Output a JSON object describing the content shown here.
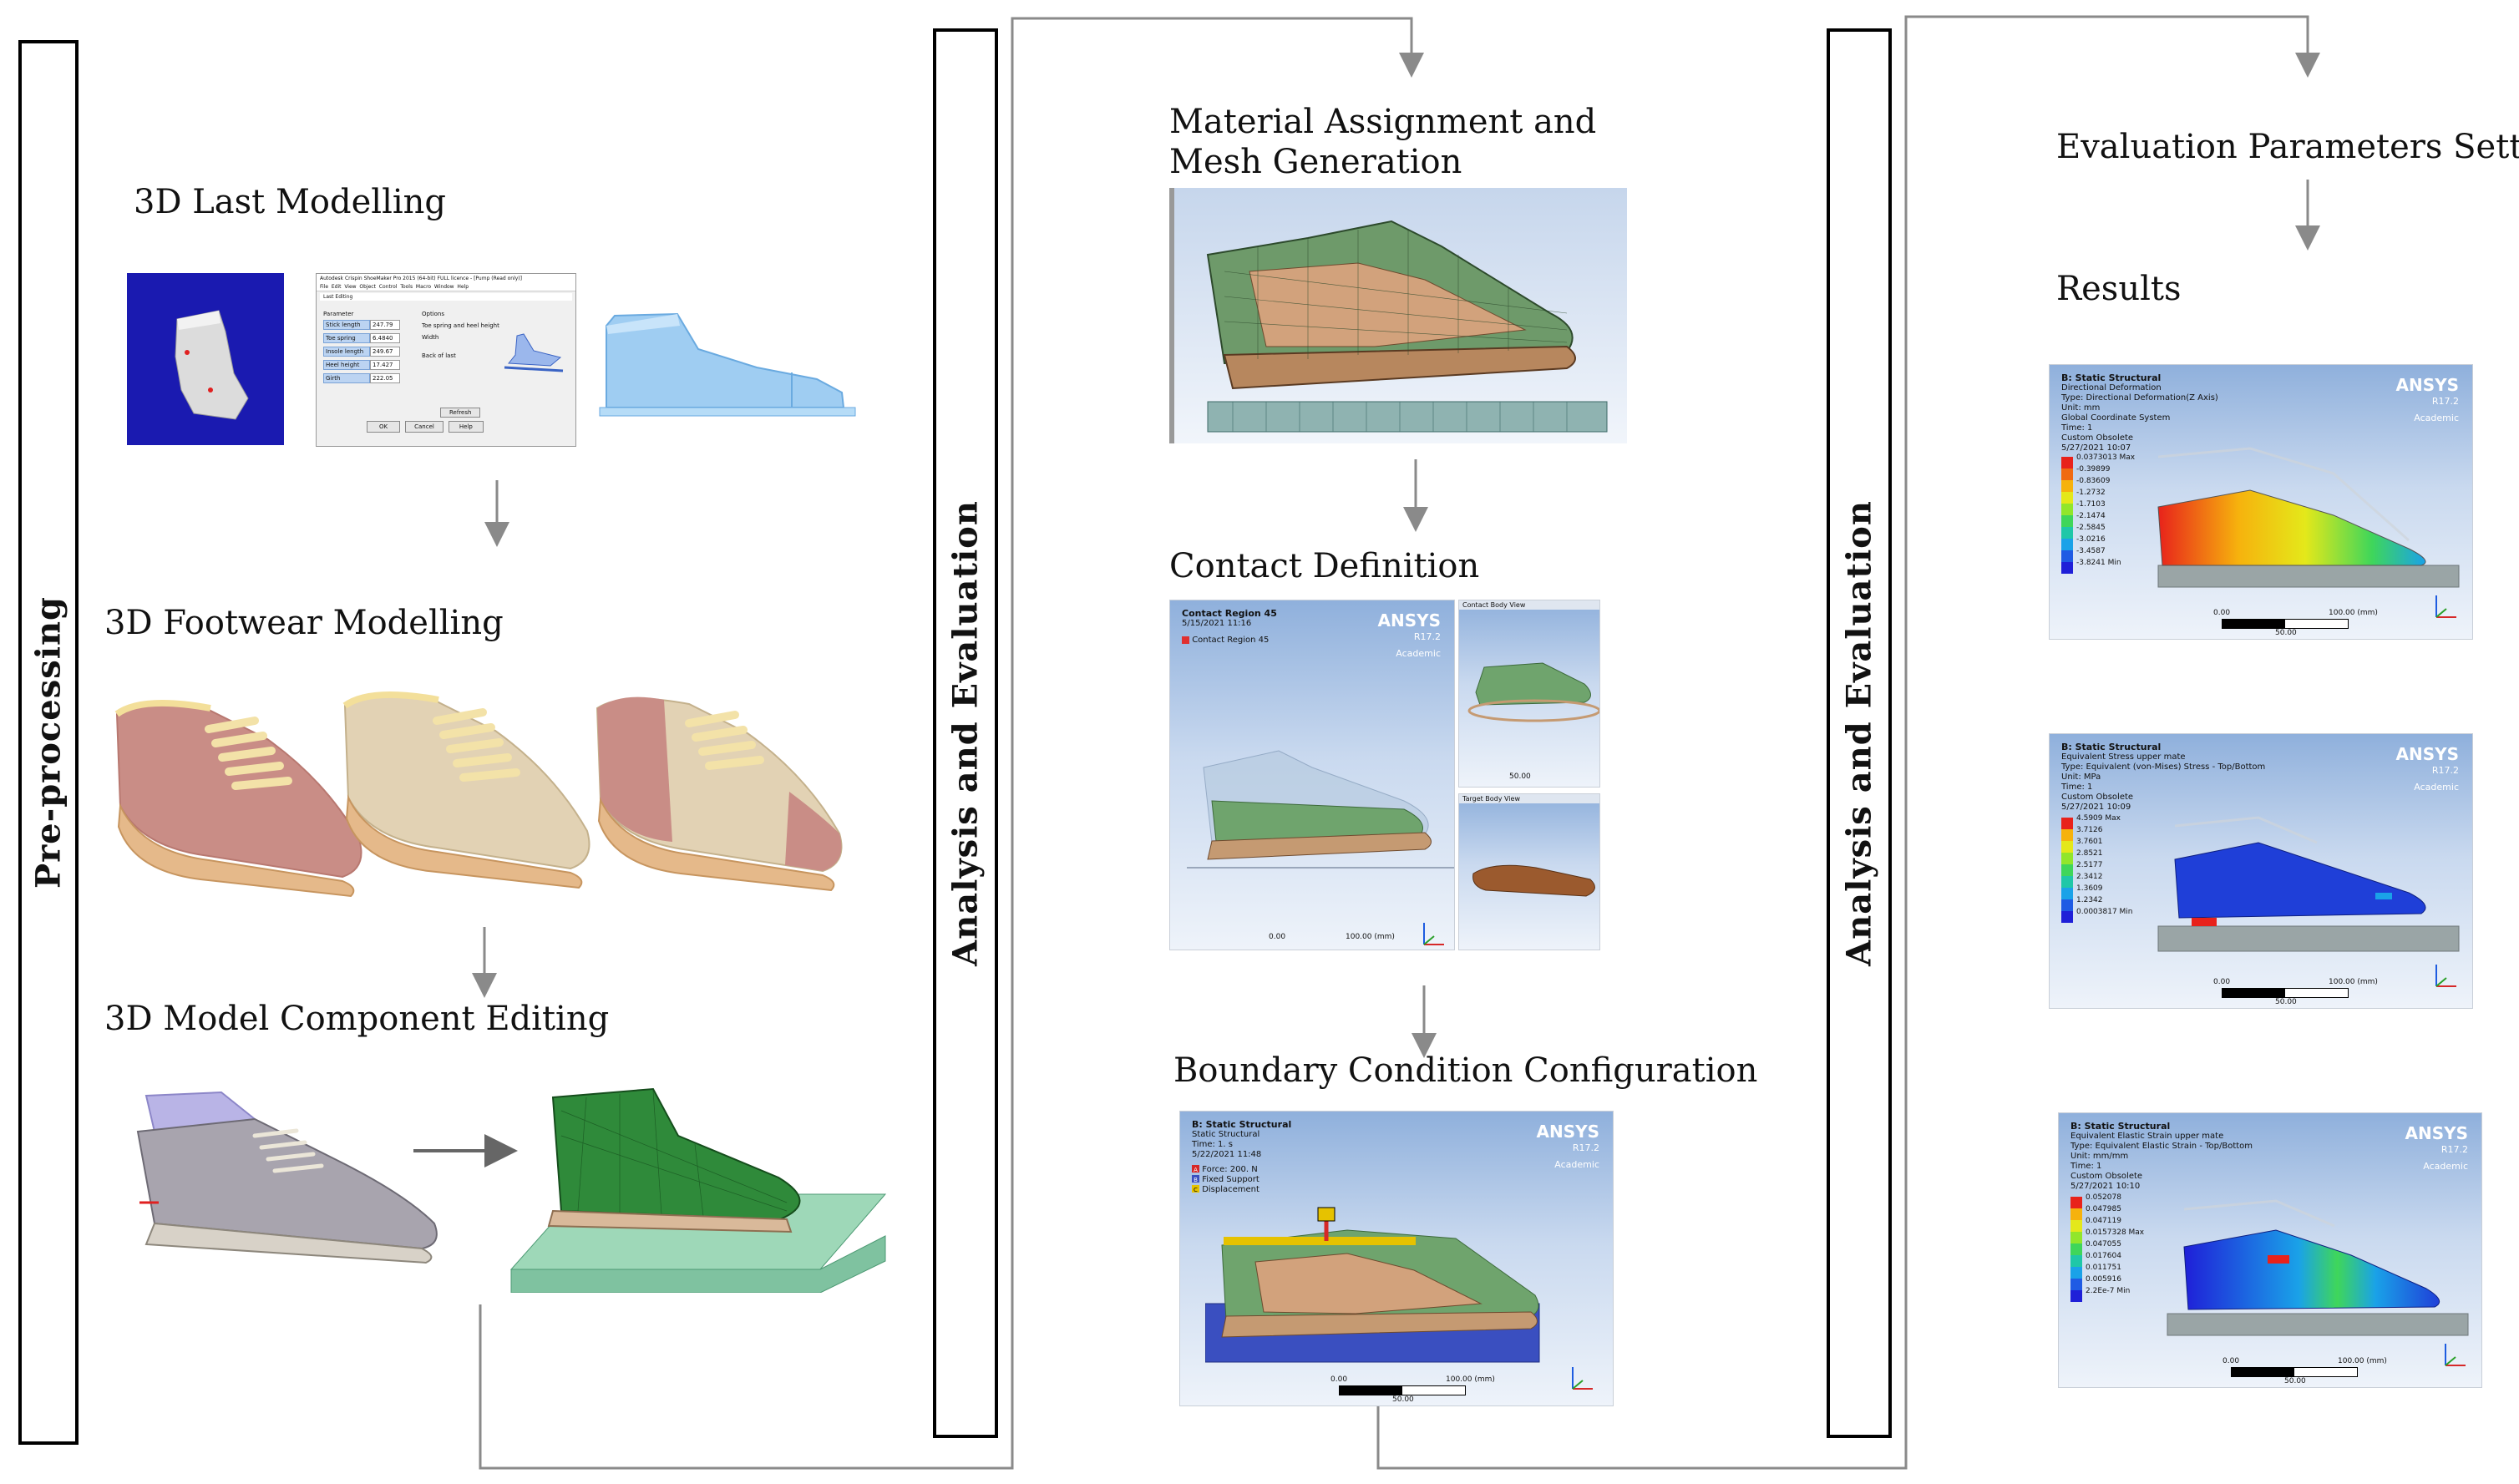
{
  "labels": {
    "preprocessing": "Pre-processing",
    "analysis_1": "Analysis  and  Evaluation",
    "analysis_2": "Analysis  and  Evaluation"
  },
  "steps": {
    "last_modelling": "3D Last Modelling",
    "footwear_modelling": "3D Footwear Modelling",
    "component_editing": "3D Model Component  Editing",
    "material_line1": "Material Assignment and",
    "material_line2": "Mesh Generation",
    "contact_definition": "Contact Definition",
    "boundary_condition": "Boundary  Condition  Configuration",
    "evaluation_parameters": "Evaluation Parameters Setting",
    "results": "Results"
  },
  "ansys": {
    "brand": "ANSYS",
    "version": "R17.2",
    "edition": "Academic"
  },
  "last_dialog": {
    "title_bar": "Autodesk Crispin ShoeMaker Pro 2015 (64-bit) FULL licence - [Pump (Read only)]",
    "menu": [
      "File",
      "Edit",
      "View",
      "Object",
      "Control",
      "Tools",
      "Macro",
      "Window",
      "Help"
    ],
    "dialog_title": "Last Editing",
    "parameter_header": "Parameter",
    "options_header": "Options",
    "params": [
      {
        "label": "Stick length",
        "value": "247.79"
      },
      {
        "label": "Toe spring",
        "value": "6.4840"
      },
      {
        "label": "Insole length",
        "value": "249.67"
      },
      {
        "label": "Heel height",
        "value": "17.427"
      },
      {
        "label": "Girth",
        "value": "222.05"
      }
    ],
    "options": [
      "Toe spring and heel height",
      "Width",
      "Back of last"
    ],
    "buttons": {
      "ok": "OK",
      "cancel": "Cancel",
      "help": "Help",
      "refresh": "Refresh"
    }
  },
  "contact_panel": {
    "title": "Contact Region 45",
    "date": "5/15/2021 11:16",
    "legend_item": "Contact Region 45",
    "sub_top": "Contact Body View",
    "sub_bottom": "Target Body View",
    "scale_start": "0.00",
    "scale_end": "100.00 (mm)",
    "scale_mid": "50.00"
  },
  "boundary_panel": {
    "title": "B: Static Structural",
    "type": "Static Structural",
    "time": "Time: 1. s",
    "date": "5/22/2021 11:48",
    "items": [
      {
        "key": "A",
        "text": "Force: 200. N",
        "color": "#d62828"
      },
      {
        "key": "B",
        "text": "Fixed Support",
        "color": "#3a4fc0"
      },
      {
        "key": "C",
        "text": "Displacement",
        "color": "#e6c200"
      }
    ],
    "scale_start": "0.00",
    "scale_end": "100.00 (mm)",
    "scale_mid": "50.00"
  },
  "results": [
    {
      "title": "B: Static Structural",
      "lines": [
        "Directional Deformation",
        "Type: Directional Deformation(Z Axis)",
        "Unit: mm",
        "Global Coordinate System",
        "Time: 1",
        "Custom Obsolete",
        "5/27/2021 10:07"
      ],
      "max": "0.0373013 Max",
      "min": "-3.8241 Min",
      "values": [
        "0.0373013 Max",
        "-0.39899",
        "-0.83609",
        "-1.2732",
        "-1.7103",
        "-2.1474",
        "-2.5845",
        "-3.0216",
        "-3.4587",
        "-3.8241 Min"
      ],
      "colors": [
        "#e8221b",
        "#f06a12",
        "#f6b20d",
        "#e4e81a",
        "#92e62b",
        "#3fd65a",
        "#1fc7a8",
        "#1aa2e8",
        "#1f5be4",
        "#1f1fd8"
      ],
      "scale_start": "0.00",
      "scale_end": "100.00 (mm)",
      "scale_mid": "50.00"
    },
    {
      "title": "B: Static Structural",
      "lines": [
        "Equivalent Stress upper mate",
        "Type: Equivalent (von-Mises) Stress - Top/Bottom",
        "Unit: MPa",
        "Time: 1",
        "Custom Obsolete",
        "5/27/2021 10:09"
      ],
      "max": "4.5909 Max",
      "min": "0.0003817 Min",
      "values": [
        "4.5909 Max",
        "3.7126",
        "3.7601",
        "2.8521",
        "2.5177",
        "2.3412",
        "1.3609",
        "1.2342",
        "0.0003817 Min"
      ],
      "colors": [
        "#e8221b",
        "#f6b20d",
        "#e4e81a",
        "#92e62b",
        "#3fd65a",
        "#1fc7a8",
        "#1aa2e8",
        "#1f5be4",
        "#1f1fd8"
      ],
      "scale_start": "0.00",
      "scale_end": "100.00 (mm)",
      "scale_mid": "50.00"
    },
    {
      "title": "B: Static Structural",
      "lines": [
        "Equivalent Elastic Strain upper mate",
        "Type: Equivalent Elastic Strain - Top/Bottom",
        "Unit: mm/mm",
        "Time: 1",
        "Custom Obsolete",
        "5/27/2021 10:10"
      ],
      "max": "0.0157328 Max",
      "min": "2.2Ee-7 Min",
      "values": [
        "0.052078",
        "0.047985",
        "0.047119",
        "0.0157328 Max",
        "0.047055",
        "0.017604",
        "0.011751",
        "0.005916",
        "2.2Ee-7 Min"
      ],
      "colors": [
        "#e8221b",
        "#f6b20d",
        "#e4e81a",
        "#92e62b",
        "#3fd65a",
        "#1fc7a8",
        "#1aa2e8",
        "#1f5be4",
        "#1f1fd8"
      ],
      "scale_start": "0.00",
      "scale_end": "100.00 (mm)",
      "scale_mid": "50.00"
    }
  ]
}
